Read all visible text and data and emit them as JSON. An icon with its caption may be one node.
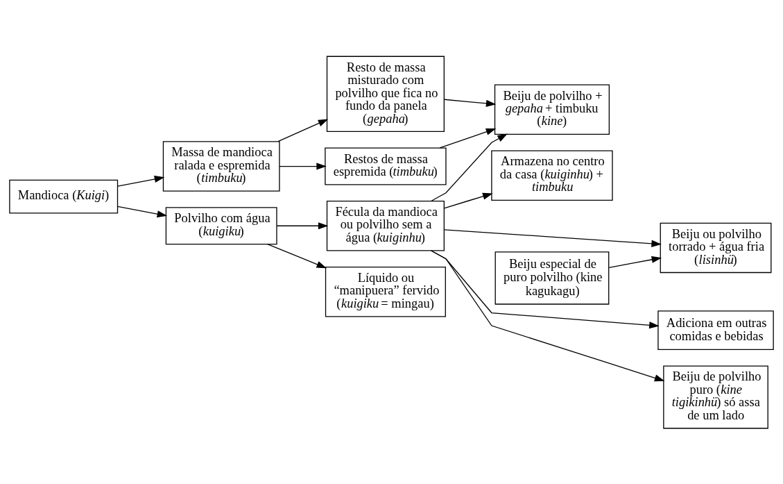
{
  "diagram": {
    "nodes": [
      {
        "text": [
          "Mandioca (*Kuigi*)"
        ]
      },
      {
        "text": [
          "Massa de mandioca ralada e espremida (*timbuku*)"
        ]
      },
      {
        "text": [
          "Polvilho com água (*kuigiku*)"
        ]
      },
      {
        "text": [
          "Resto de massa misturado com polvilho que fica no fundo da panela (*gepaha*)"
        ]
      },
      {
        "text": [
          "Restos de massa espremida (*timbuku*)"
        ]
      },
      {
        "text": [
          "Fécula da mandioca ou polvilho sem a água (*kuiginhu*)"
        ]
      },
      {
        "text": [
          "Líquido ou “manipuera” fervido (*kuigiku* = mingau)"
        ]
      },
      {
        "text": [
          "Beiju de polvilho + *gepaha* + timbuku (*kine*)"
        ]
      },
      {
        "text": [
          "Beiju especial de puro polvilho (kine kagukagu)"
        ]
      },
      {
        "text": [
          "Armazena no centro da casa (*kuiginhu*) + *timbuku*"
        ]
      },
      {
        "text": [
          "Beiju ou polvilho torrado + água fria (*lisinhü*)"
        ]
      },
      {
        "text": [
          "Adiciona em outras comidas e bebidas"
        ]
      },
      {
        "text": [
          "Beiju de polvilho puro (*kine tigikinhü*) só assa de um lado"
        ]
      }
    ],
    "edges": [
      {
        "from": 0,
        "to": 1,
        "arrow": "to"
      },
      {
        "from": 0,
        "to": 2,
        "arrow": "to"
      },
      {
        "from": 1,
        "to": 3,
        "arrow": "to"
      },
      {
        "from": 1,
        "to": 4,
        "arrow": "to"
      },
      {
        "from": 3,
        "to": 7,
        "arrow": "to"
      },
      {
        "from": 4,
        "to": 7,
        "arrow": "to"
      },
      {
        "from": 2,
        "to": 5,
        "arrow": "to"
      },
      {
        "from": 2,
        "to": 6,
        "arrow": "to"
      },
      {
        "from": 5,
        "to": 7,
        "arrow": "to"
      },
      {
        "from": 8,
        "to": 10,
        "arrow": "to"
      },
      {
        "from": 5,
        "to": 10,
        "arrow": "to"
      },
      {
        "from": 5,
        "to": 11,
        "arrow": "to"
      },
      {
        "from": 5,
        "to": 9,
        "arrow": "to"
      },
      {
        "from": 5,
        "to": 12,
        "arrow": "to"
      }
    ]
  }
}
